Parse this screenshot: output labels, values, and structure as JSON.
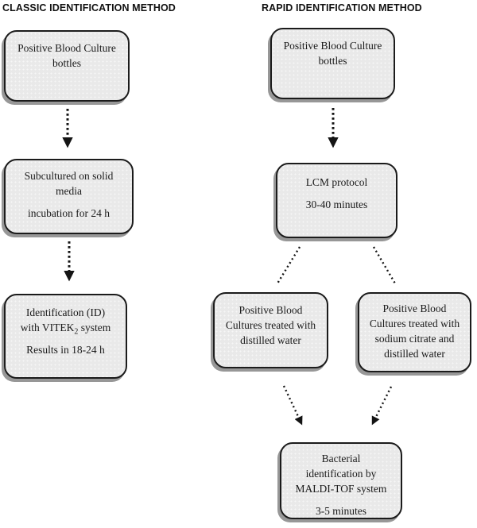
{
  "headings": {
    "left": "CLASSIC IDENTIFICATION METHOD",
    "right": "RAPID IDENTIFICATION METHOD"
  },
  "nodes": {
    "classic_step1": {
      "lines": [
        "Positive Blood Culture",
        "bottles"
      ]
    },
    "classic_step2": {
      "lines": [
        "Subcultured on solid",
        "media",
        "incubation for 24 h"
      ]
    },
    "classic_step3": {
      "line1": "Identification (ID)",
      "line2_pre": "with VITEK",
      "line2_sub": "2",
      "line2_post": " system",
      "line3": "Results in 18-24 h"
    },
    "rapid_step1": {
      "lines": [
        "Positive Blood Culture",
        "bottles"
      ]
    },
    "rapid_step2": {
      "lines": [
        "LCM protocol",
        "30-40 minutes"
      ]
    },
    "rapid_branch_water": {
      "lines": [
        "Positive Blood",
        "Cultures treated with",
        "distilled water"
      ]
    },
    "rapid_branch_citrate": {
      "lines": [
        "Positive Blood",
        "Cultures treated with",
        "sodium citrate and",
        "distilled water"
      ]
    },
    "rapid_step4": {
      "lines": [
        "Bacterial",
        "identification by",
        "MALDI-TOF system",
        "3-5 minutes"
      ]
    }
  },
  "colors": {
    "box_fill": "#e9e9e9",
    "box_border": "#1b1b1b",
    "box_shadow": "#979797",
    "arrow": "#141414",
    "text": "#1a1a1a"
  }
}
